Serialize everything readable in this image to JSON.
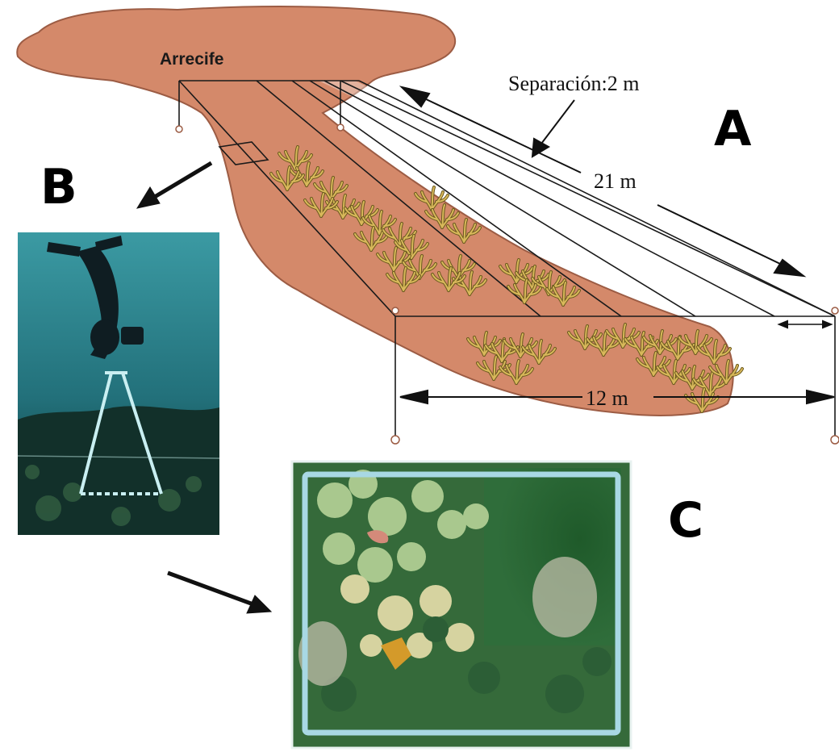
{
  "labels": {
    "reef": "Arrecife",
    "separation": "Separación:2 m",
    "length_long": "21 m",
    "length_short": "12 m",
    "panel_a": "A",
    "panel_b": "B",
    "panel_c": "C"
  },
  "colors": {
    "reef": "#d4896a",
    "reef_outline": "#9c5c44",
    "lines": "#1a1a1a",
    "coral": "#c7a24a",
    "coral_dark": "#6b5a1f",
    "photo_water": "#2f7f86",
    "photo_frame": "#b8dde3"
  },
  "icons": {
    "diver_photo": "diver-with-quadrat-photo",
    "quadrat_photo": "quadrat-top-view-photo",
    "coral_clump": "coral-clump-icon"
  }
}
